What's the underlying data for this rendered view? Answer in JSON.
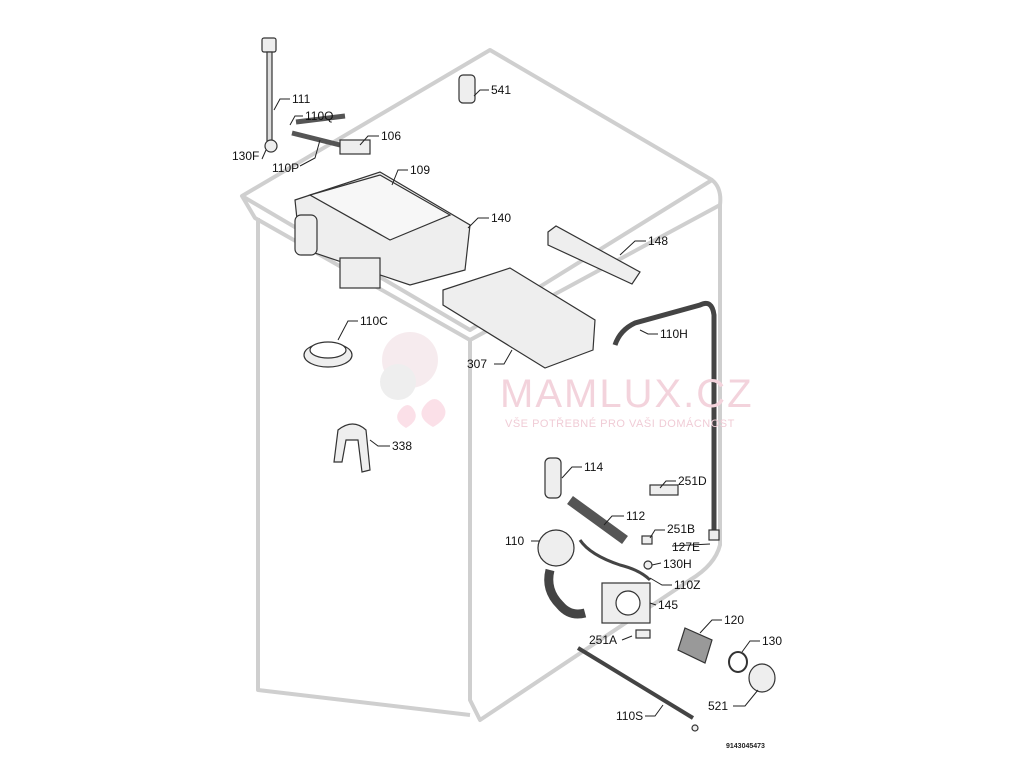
{
  "watermark": {
    "brand": "MAMLUX.CZ",
    "tagline": "VŠE POTŘEBNÉ PRO VAŠI DOMÁCNOST"
  },
  "diagram_code": "9143045473",
  "labels": {
    "p111": "111",
    "p110Q": "110Q",
    "p106": "106",
    "p130F": "130F",
    "p110P": "110P",
    "p109": "109",
    "p541": "541",
    "p140": "140",
    "p148": "148",
    "p110C": "110C",
    "p110H": "110H",
    "p307": "307",
    "p338": "338",
    "p114": "114",
    "p251D": "251D",
    "p112": "112",
    "p251B": "251B",
    "p127E": "127E",
    "p110": "110",
    "p130H": "130H",
    "p110Z": "110Z",
    "p145": "145",
    "p251A": "251A",
    "p120": "120",
    "p130": "130",
    "p521": "521",
    "p110S": "110S"
  }
}
